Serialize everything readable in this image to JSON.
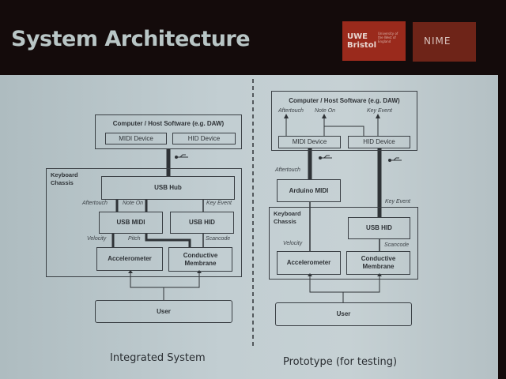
{
  "title": "System Architecture",
  "logos": {
    "uwe": "UWE Bristol",
    "uwe_sub": "University of the West of England",
    "nime": "NIME"
  },
  "left": {
    "host_title": "Computer / Host Software (e.g. DAW)",
    "midi_device": "MIDI Device",
    "hid_device": "HID Device",
    "chassis": "Keyboard Chassis",
    "usb_hub": "USB Hub",
    "usb_midi": "USB MIDI",
    "usb_hid": "USB HID",
    "accelerometer": "Accelerometer",
    "membrane": "Conductive Membrane",
    "user": "User",
    "aftertouch": "Aftertouch",
    "note_on": "Note On",
    "key_event": "Key Event",
    "velocity": "Velocity",
    "pitch": "Pitch",
    "scancode": "Scancode",
    "caption": "Integrated System"
  },
  "right": {
    "host_title": "Computer / Host Software (e.g. DAW)",
    "aftertouch_top": "Aftertouch",
    "note_on": "Note On",
    "key_event_top": "Key Event",
    "midi_device": "MIDI Device",
    "hid_device": "HID Device",
    "aftertouch": "Aftertouch",
    "arduino_midi": "Arduino MIDI",
    "key_event": "Key Event",
    "chassis": "Keyboard Chassis",
    "usb_hid": "USB HID",
    "velocity": "Velocity",
    "scancode": "Scancode",
    "accelerometer": "Accelerometer",
    "membrane": "Conductive Membrane",
    "user": "User",
    "caption": "Prototype (for testing)"
  }
}
